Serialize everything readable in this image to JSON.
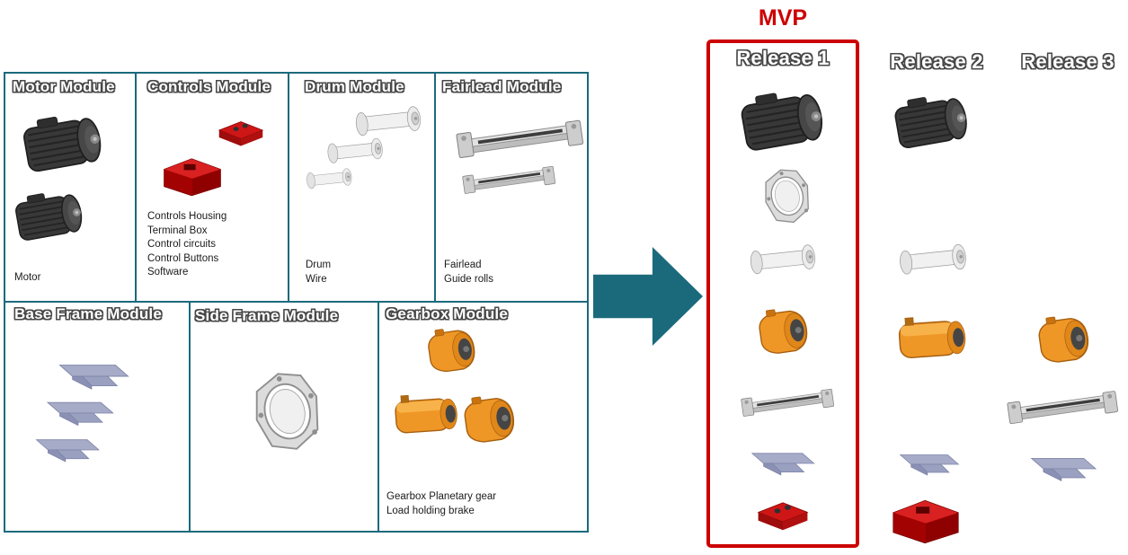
{
  "mvp": {
    "label": "MVP"
  },
  "modules": [
    {
      "id": "motor",
      "name": "Motor Module",
      "parts_text": "Motor"
    },
    {
      "id": "controls",
      "name": "Controls Module",
      "parts_text": "Controls Housing\nTerminal Box\nControl circuits\nControl Buttons\nSoftware"
    },
    {
      "id": "drum",
      "name": "Drum Module",
      "parts_text": "Drum\nWire"
    },
    {
      "id": "fairlead",
      "name": "Fairlead Module",
      "parts_text": "Fairlead\nGuide rolls"
    },
    {
      "id": "base-frame",
      "name": "Base Frame Module",
      "parts_text": ""
    },
    {
      "id": "side-frame",
      "name": "Side Frame Module",
      "parts_text": ""
    },
    {
      "id": "gearbox",
      "name": "Gearbox Module",
      "parts_text": "Gearbox Planetary gear\nLoad holding brake"
    }
  ],
  "releases": [
    {
      "label": "Release 1",
      "is_mvp": true,
      "parts": [
        "motor",
        "side-frame",
        "drum",
        "gearbox",
        "fairlead",
        "base-frame",
        "controls"
      ]
    },
    {
      "label": "Release 2",
      "is_mvp": false,
      "parts": [
        "motor",
        "drum",
        "gearbox",
        "base-frame",
        "controls"
      ]
    },
    {
      "label": "Release 3",
      "is_mvp": false,
      "parts": [
        "gearbox",
        "fairlead",
        "base-frame"
      ]
    }
  ],
  "icons": {
    "arrow": "right-arrow-icon",
    "motor": "motor-part-icon",
    "drum": "drum-part-icon",
    "fairlead": "fairlead-part-icon",
    "base_frame": "base-plate-part-icon",
    "side_frame": "ring-frame-part-icon",
    "gearbox": "gearbox-part-icon",
    "controls": "controls-box-part-icon"
  },
  "colors": {
    "teal": "#1b6a7c",
    "mvp_red": "#cc0000",
    "gearbox_orange": "#ef9726",
    "controls_red": "#b40404",
    "frame_lavender": "#a6abc8",
    "motor_dark": "#383838"
  }
}
